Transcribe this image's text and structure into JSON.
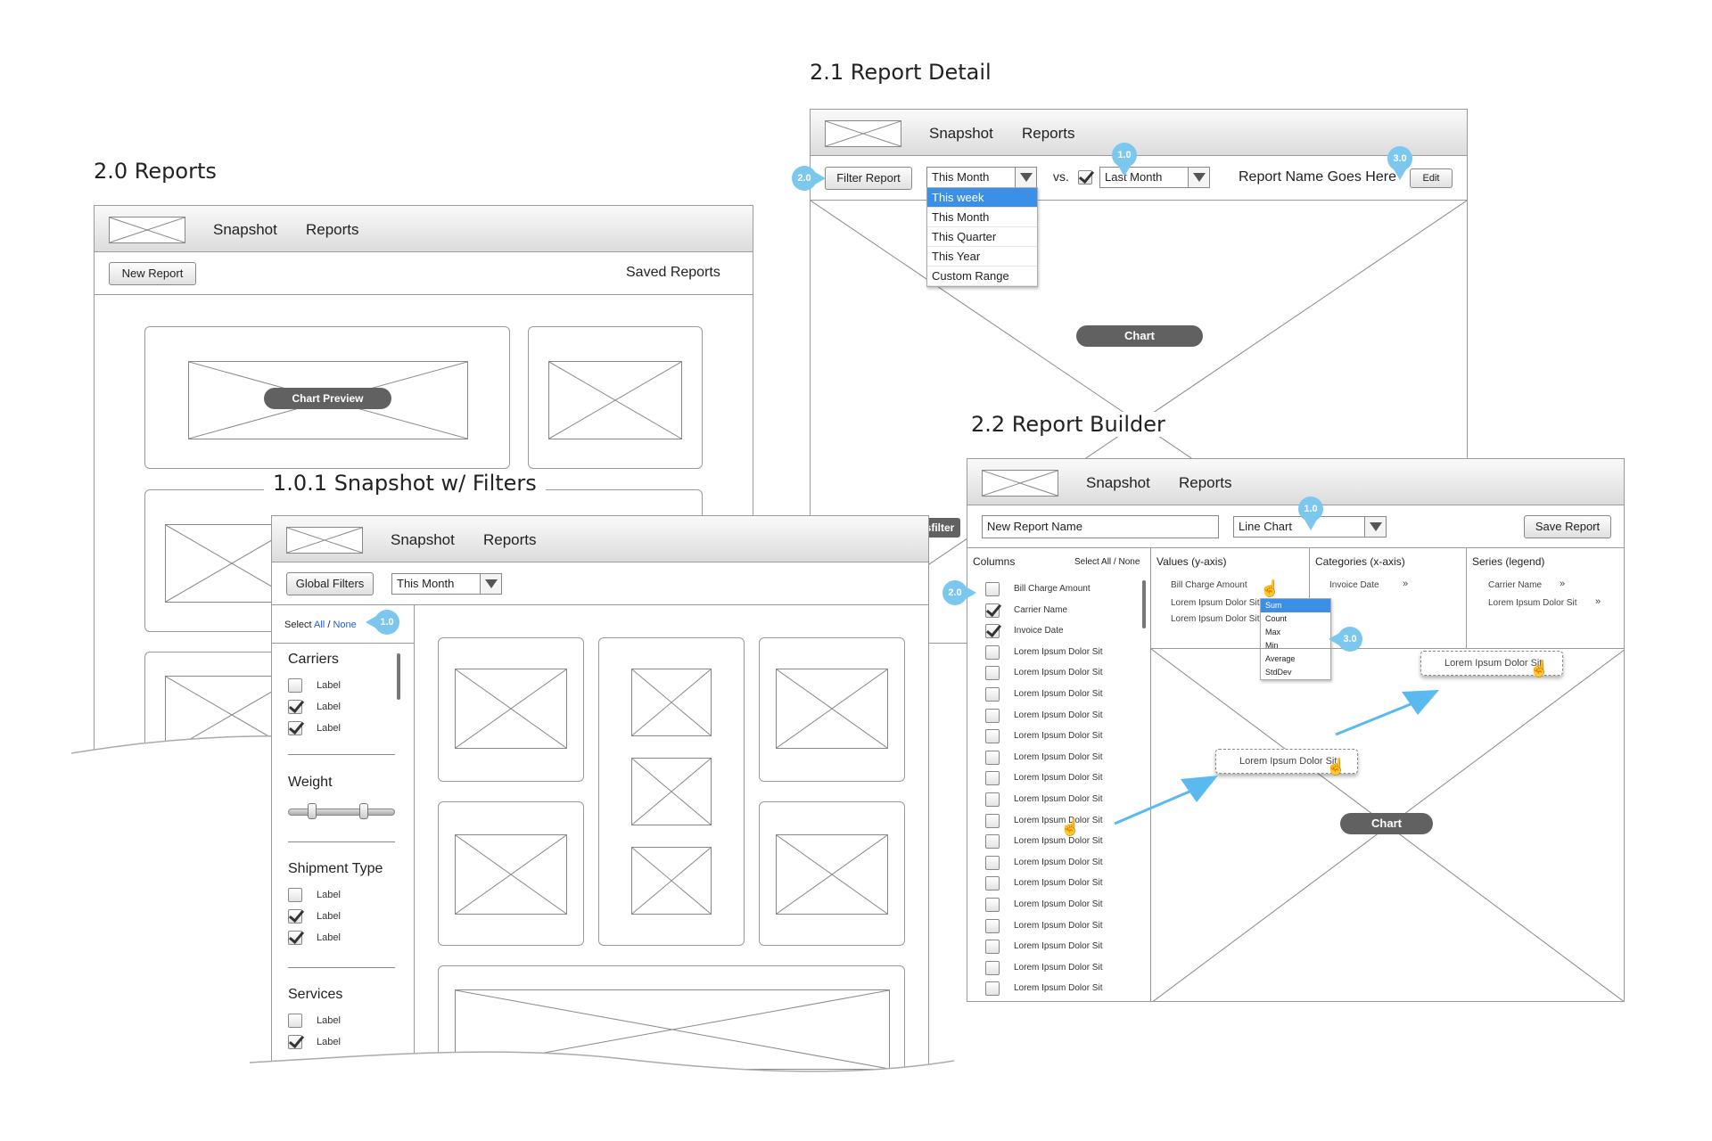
{
  "titles": {
    "reports": "2.0 Reports",
    "snapshot_filters": "1.0.1 Snapshot w/ Filters",
    "report_detail": "2.1 Report Detail",
    "report_builder": "2.2 Report Builder"
  },
  "nav": {
    "snapshot": "Snapshot",
    "reports": "Reports"
  },
  "reports_page": {
    "new_report_button": "New Report",
    "saved_reports": "Saved Reports",
    "chart_preview": "Chart Preview"
  },
  "snapshot_page": {
    "global_filters_button": "Global Filters",
    "period_select": "This Month",
    "select_label": "Select",
    "select_all": "All",
    "select_sep": "/",
    "select_none": "None",
    "badge": "1.0",
    "groups": [
      {
        "name": "Carriers",
        "items": [
          {
            "label": "Label",
            "checked": false
          },
          {
            "label": "Label",
            "checked": true
          },
          {
            "label": "Label",
            "checked": true
          }
        ]
      },
      {
        "name": "Weight"
      },
      {
        "name": "Shipment Type",
        "items": [
          {
            "label": "Label",
            "checked": false
          },
          {
            "label": "Label",
            "checked": true
          },
          {
            "label": "Label",
            "checked": true
          }
        ]
      },
      {
        "name": "Services",
        "items": [
          {
            "label": "Label",
            "checked": false
          },
          {
            "label": "Label",
            "checked": true
          }
        ]
      }
    ]
  },
  "detail_page": {
    "filter_button": "Filter Report",
    "period_select": "This Month",
    "vs_label": "vs.",
    "compare_select": "Last Month",
    "report_name": "Report Name Goes Here",
    "edit_button": "Edit",
    "chart_label": "Chart",
    "crossfilter_label": "ossfilter",
    "badges": {
      "filter": "2.0",
      "compare": "1.0",
      "edit": "3.0"
    },
    "period_options": [
      "This week",
      "This Month",
      "This Quarter",
      "This Year",
      "Custom Range"
    ]
  },
  "builder_page": {
    "name_input": "New Report Name",
    "chart_type": "Line Chart",
    "save_button": "Save Report",
    "badge_type": "1.0",
    "badge_left": "2.0",
    "badge_agg": "3.0",
    "columns_header": "Columns",
    "select_all_none": "Select All / None",
    "columns": [
      {
        "label": "Bill Charge Amount",
        "checked": false
      },
      {
        "label": "Carrier Name",
        "checked": true
      },
      {
        "label": "Invoice Date",
        "checked": true
      },
      {
        "label": "Lorem Ipsum Dolor Sit",
        "checked": false
      },
      {
        "label": "Lorem Ipsum Dolor Sit",
        "checked": false
      },
      {
        "label": "Lorem Ipsum Dolor Sit",
        "checked": false
      },
      {
        "label": "Lorem Ipsum Dolor Sit",
        "checked": false
      },
      {
        "label": "Lorem Ipsum Dolor Sit",
        "checked": false
      },
      {
        "label": "Lorem Ipsum Dolor Sit",
        "checked": false
      },
      {
        "label": "Lorem Ipsum Dolor Sit",
        "checked": false
      },
      {
        "label": "Lorem Ipsum Dolor Sit",
        "checked": false
      },
      {
        "label": "Lorem Ipsum Dolor Sit",
        "checked": false
      },
      {
        "label": "Lorem Ipsum Dolor Sit",
        "checked": false
      },
      {
        "label": "Lorem Ipsum Dolor Sit",
        "checked": false
      },
      {
        "label": "Lorem Ipsum Dolor Sit",
        "checked": false
      },
      {
        "label": "Lorem Ipsum Dolor Sit",
        "checked": false
      },
      {
        "label": "Lorem Ipsum Dolor Sit",
        "checked": false
      },
      {
        "label": "Lorem Ipsum Dolor Sit",
        "checked": false
      },
      {
        "label": "Lorem Ipsum Dolor Sit",
        "checked": false
      },
      {
        "label": "Lorem Ipsum Dolor Sit",
        "checked": false
      }
    ],
    "values_header": "Values (y-axis)",
    "values_items": [
      "Bill Charge Amount",
      "Lorem Ipsum Dolor Sit",
      "Lorem Ipsum Dolor Sit"
    ],
    "aggregate_options": [
      "Sum",
      "Count",
      "Max",
      "Min",
      "Average",
      "StdDev"
    ],
    "categories_header": "Categories (x-axis)",
    "categories_item": "Invoice Date",
    "series_header": "Series (legend)",
    "series_items": [
      "Carrier Name",
      "Lorem Ipsum Dolor Sit"
    ],
    "drag_chip_1": "Lorem Ipsum Dolor Sit",
    "drag_chip_2": "Lorem Ipsum Dolor Sit",
    "chart_label": "Chart"
  },
  "colors": {
    "badge": "#7cc7ee",
    "selection": "#3c8fe6",
    "pill": "#616161",
    "arrow": "#5ab9ee"
  }
}
